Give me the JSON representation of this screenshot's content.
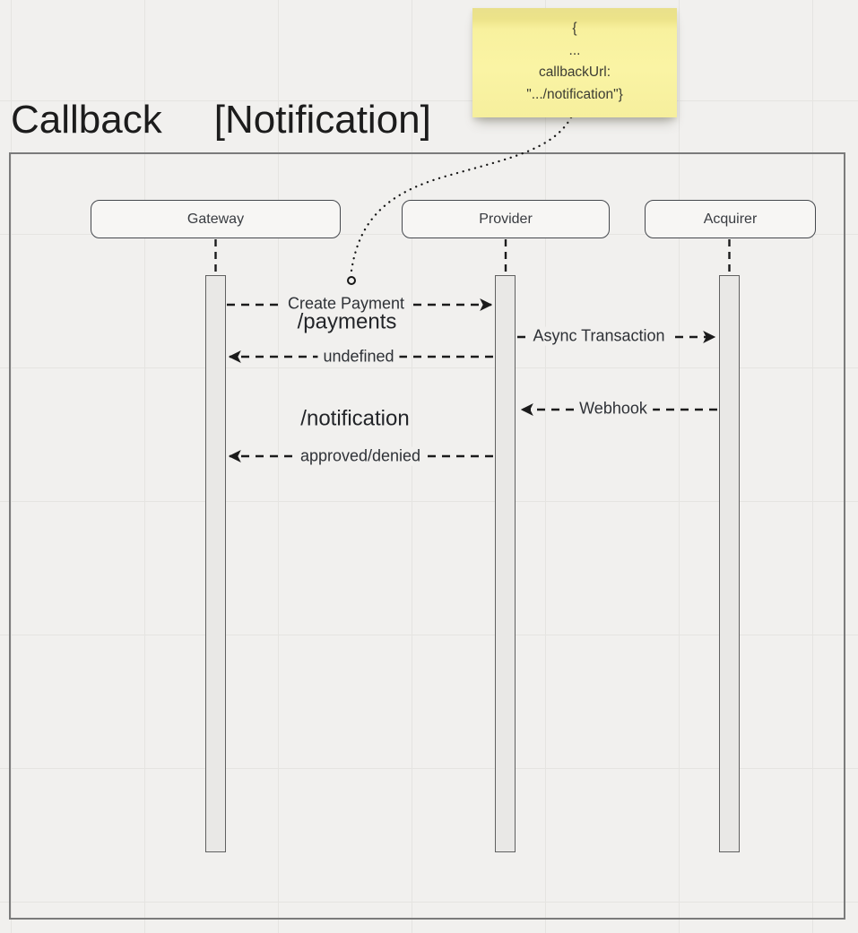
{
  "title": {
    "name": "Callback",
    "variant": "[Notification]"
  },
  "sticky_note": {
    "lines": [
      "{",
      "...",
      "callbackUrl:",
      "\".../notification\"}"
    ],
    "bg_color": "#faf4a4",
    "attached_to": "Create Payment"
  },
  "actors": [
    {
      "label": "Gateway"
    },
    {
      "label": "Provider"
    },
    {
      "label": "Acquirer"
    }
  ],
  "messages": [
    {
      "label": "Create Payment",
      "from": "Gateway",
      "to": "Provider",
      "direction": "right",
      "style": "dashed"
    },
    {
      "label": "Async Transaction",
      "from": "Provider",
      "to": "Acquirer",
      "direction": "right",
      "style": "dashed"
    },
    {
      "label": "undefined",
      "from": "Provider",
      "to": "Gateway",
      "direction": "left",
      "style": "dashed"
    },
    {
      "label": "Webhook",
      "from": "Acquirer",
      "to": "Provider",
      "direction": "left",
      "style": "dashed"
    },
    {
      "label": "approved/denied",
      "from": "Provider",
      "to": "Gateway",
      "direction": "left",
      "style": "dashed"
    }
  ],
  "annotations": [
    {
      "text": "/payments"
    },
    {
      "text": "/notification"
    }
  ],
  "colors": {
    "canvas_bg": "#f1f0ee",
    "grid_line": "#e5e4e1",
    "frame_border": "#7b7b7b",
    "actor_border": "#45484d",
    "activation_fill": "#e9e8e6",
    "line_color": "#1b1b1b",
    "note_bg": "#faf4a4",
    "title_color": "#1c1c1c"
  }
}
